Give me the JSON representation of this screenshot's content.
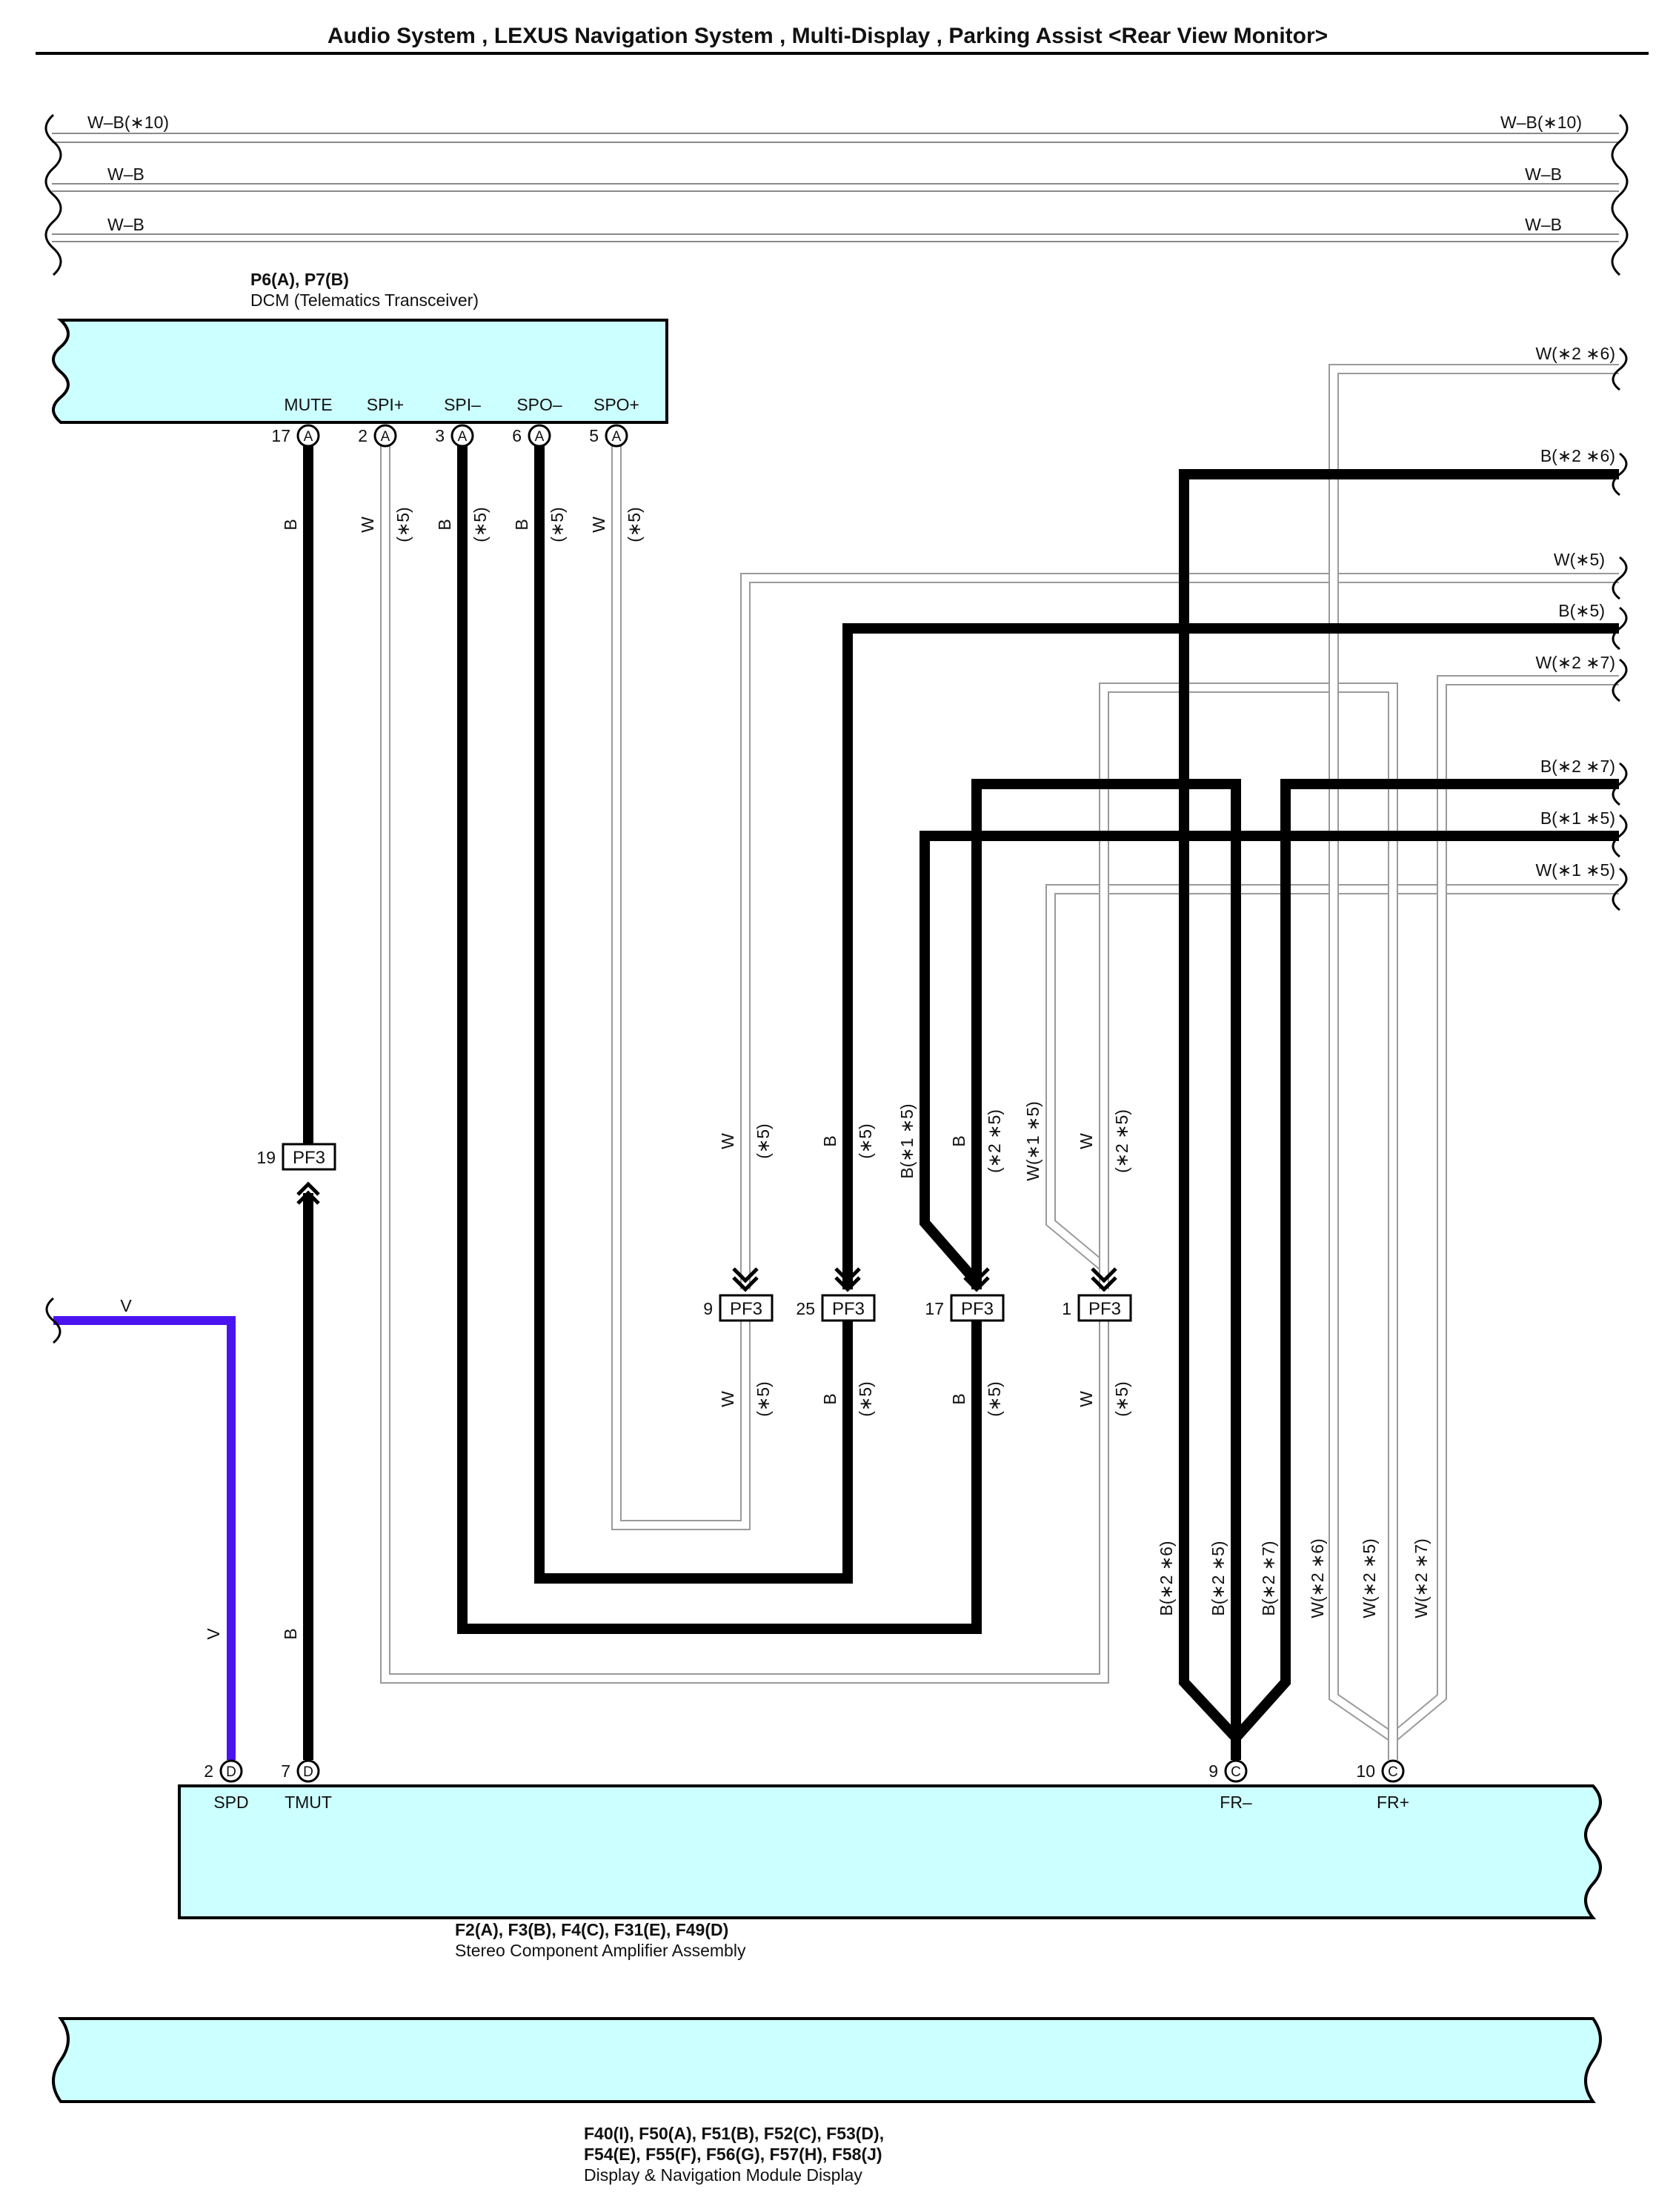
{
  "title": "Audio System , LEXUS Navigation System , Multi-Display , Parking Assist <Rear View Monitor>",
  "ground_wires": [
    {
      "left": "W–B(∗10)",
      "right": "W–B(∗10)"
    },
    {
      "left": "W–B",
      "right": "W–B"
    },
    {
      "left": "W–B",
      "right": "W–B"
    }
  ],
  "components": {
    "dcm": {
      "connectors": "P6(A), P7(B)",
      "name": "DCM (Telematics Transceiver)"
    },
    "amp": {
      "connectors": "F2(A), F3(B), F4(C), F31(E), F49(D)",
      "name": "Stereo Component Amplifier Assembly"
    },
    "display": {
      "connectors_line1": "F40(I), F50(A), F51(B), F52(C), F53(D),",
      "connectors_line2": "F54(E), F55(F), F56(G), F57(H), F58(J)",
      "name": "Display & Navigation Module Display"
    }
  },
  "dcm_pins": [
    {
      "label": "MUTE",
      "num": "17",
      "conn": "A"
    },
    {
      "label": "SPI+",
      "num": "2",
      "conn": "A"
    },
    {
      "label": "SPI–",
      "num": "3",
      "conn": "A"
    },
    {
      "label": "SPO–",
      "num": "6",
      "conn": "A"
    },
    {
      "label": "SPO+",
      "num": "5",
      "conn": "A"
    }
  ],
  "amp_pins": [
    {
      "label": "SPD",
      "num": "2",
      "conn": "D"
    },
    {
      "label": "TMUT",
      "num": "7",
      "conn": "D"
    },
    {
      "label": "FR–",
      "num": "9",
      "conn": "C"
    },
    {
      "label": "FR+",
      "num": "10",
      "conn": "C"
    }
  ],
  "splices": [
    {
      "name": "PF3",
      "num": "19"
    },
    {
      "name": "PF3",
      "num": "9"
    },
    {
      "name": "PF3",
      "num": "25"
    },
    {
      "name": "PF3",
      "num": "17"
    },
    {
      "name": "PF3",
      "num": "1"
    }
  ],
  "right_wires": [
    "W(∗2 ∗6)",
    "B(∗2 ∗6)",
    "W(∗5)",
    "B(∗5)",
    "W(∗2 ∗7)",
    "B(∗2 ∗7)",
    "B(∗1 ∗5)",
    "W(∗1 ∗5)"
  ],
  "wire_colors": {
    "black": "B",
    "white": "W",
    "violet": "V"
  },
  "wire_notes": {
    "s5": "(∗5)",
    "s25": "(∗2 ∗5)",
    "s15": "(∗1 ∗5)"
  },
  "fr_wires": [
    "B(∗2 ∗6)",
    "B(∗2 ∗5)",
    "B(∗2 ∗7)",
    "W(∗2 ∗6)",
    "W(∗2 ∗5)",
    "W(∗2 ∗7)"
  ],
  "colors": {
    "component_fill": "#ccffff",
    "violet_wire": "#4a14f0",
    "black_wire": "#000000",
    "white_wire_edge": "#9a9a9a"
  }
}
